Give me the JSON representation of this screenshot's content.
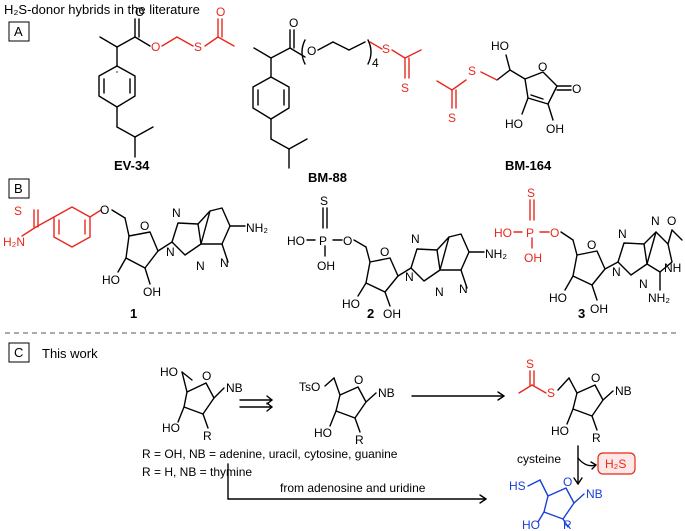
{
  "header": {
    "title": "H₂S-donor hybrids in the literature"
  },
  "panels": {
    "a": "A",
    "b": "B",
    "c": "C"
  },
  "compounds": {
    "ev34": "EV-34",
    "bm88": "BM-88",
    "bm164": "BM-164",
    "c1": "1",
    "c2": "2",
    "c3": "3"
  },
  "section_c": {
    "title": "This work",
    "legend_line1": "R = OH, NB = adenine, uracil, cytosine, guanine",
    "legend_line2": "R = H, NB = thymine",
    "reagent": "cysteine",
    "route_label": "from adenosine and uridine",
    "h2s_badge": "H₂S"
  },
  "atoms": {
    "O": "O",
    "S": "S",
    "N": "N",
    "HO": "HO",
    "OH": "OH",
    "NH2": "NH₂",
    "H2N": "H₂N",
    "NH": "NH",
    "NB": "NB",
    "R": "R",
    "TsO": "TsO",
    "HS": "HS",
    "P": "P",
    "n4": "4"
  },
  "colors": {
    "accent_red": "#e8281e",
    "accent_blue": "#1a3fd6"
  }
}
